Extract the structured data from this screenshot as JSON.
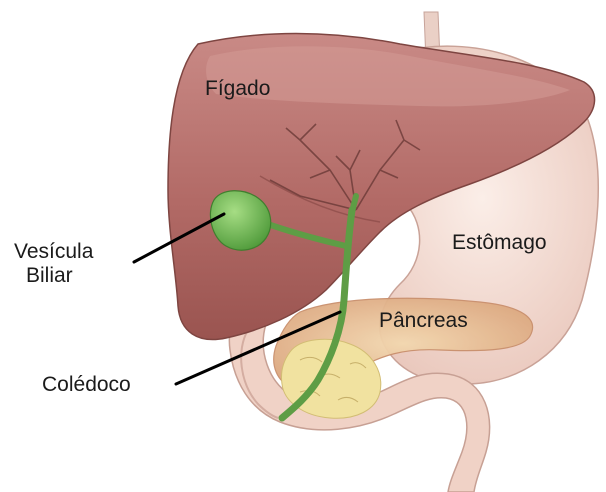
{
  "labels": {
    "figado": "Fígado",
    "vesicula_line1": "Vesícula",
    "vesicula_line2": "Biliar",
    "estomago": "Estômago",
    "pancreas": "Pâncreas",
    "coledoco": "Colédoco"
  },
  "colors": {
    "liver": "#b26a66",
    "liver_dark": "#8a4a47",
    "stomach": "#f3d9cf",
    "intestine": "#efcfc3",
    "pancreas": "#e6b596",
    "gallbladder": "#79c05a",
    "bile_duct": "#6aa84f",
    "leader_line": "#000000"
  }
}
